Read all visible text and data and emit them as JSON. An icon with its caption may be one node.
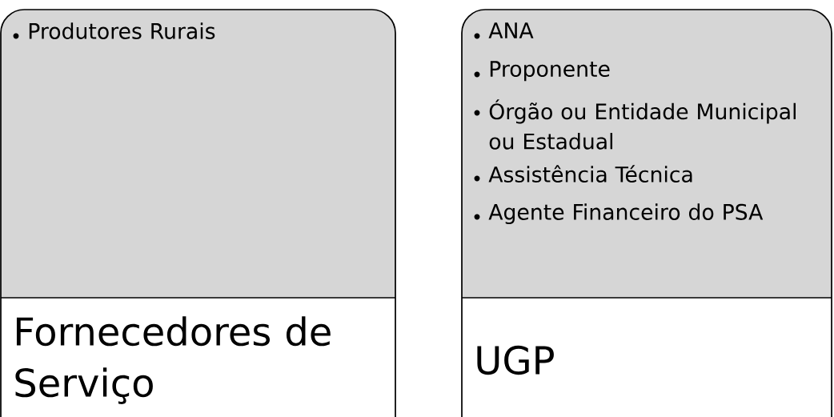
{
  "diagram": {
    "nodes": [
      {
        "text": [
          "Produtores Rurais",
          "Fornecedores de Serviço"
        ]
      },
      {
        "text": [
          "ANA",
          "Proponente",
          "Órgão ou Entidade Municipal ou Estadual",
          "Assistência Técnica",
          "Agente Financeiro do PSA",
          "UGP"
        ]
      }
    ]
  }
}
